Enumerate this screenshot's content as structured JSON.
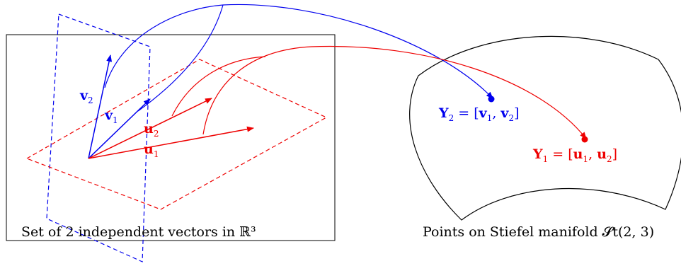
{
  "colors": {
    "blue": "#0000ee",
    "red": "#ee0000",
    "black": "#000000"
  },
  "left_panel": {
    "caption": "Set of 2 independent vectors in ℝ³"
  },
  "right_panel": {
    "caption": "Points on Stiefel manifold 𝓢t(2, 3)"
  },
  "vectors": {
    "v2": {
      "letter": "v",
      "sub": "2"
    },
    "v1": {
      "letter": "v",
      "sub": "1"
    },
    "u2": {
      "letter": "u",
      "sub": "2"
    },
    "u1": {
      "letter": "u",
      "sub": "1"
    }
  },
  "points": {
    "Y2": {
      "letter": "Y",
      "sub": "2",
      "eq": " = [",
      "a": "v",
      "a_sub": "1",
      "sep": ", ",
      "b": "v",
      "b_sub": "2",
      "close": "]"
    },
    "Y1": {
      "letter": "Y",
      "sub": "1",
      "eq": " = [",
      "a": "u",
      "a_sub": "1",
      "sep": ", ",
      "b": "u",
      "b_sub": "2",
      "close": "]"
    }
  }
}
